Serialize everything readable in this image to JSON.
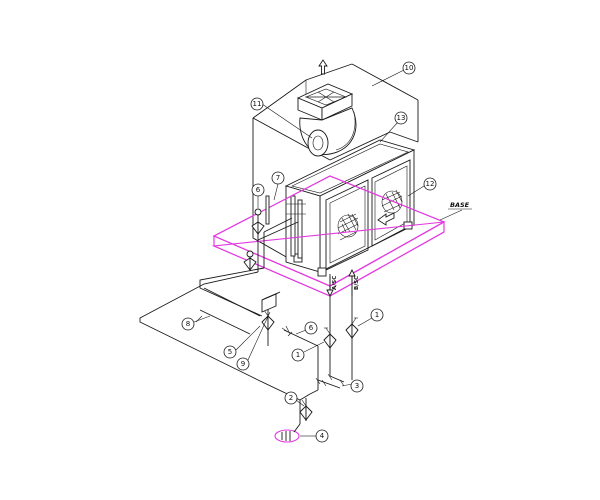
{
  "labels": {
    "base": "BASE",
    "pipe_left": "A/SC",
    "pipe_right": "B/SC"
  },
  "callouts": [
    "10",
    "11",
    "13",
    "12",
    "6",
    "7",
    "8",
    "5",
    "9",
    "6",
    "1",
    "1",
    "3",
    "2",
    "4"
  ],
  "colors": {
    "line": "#1a1a1a",
    "base_outline": "#e23be0",
    "background": "#ffffff"
  }
}
